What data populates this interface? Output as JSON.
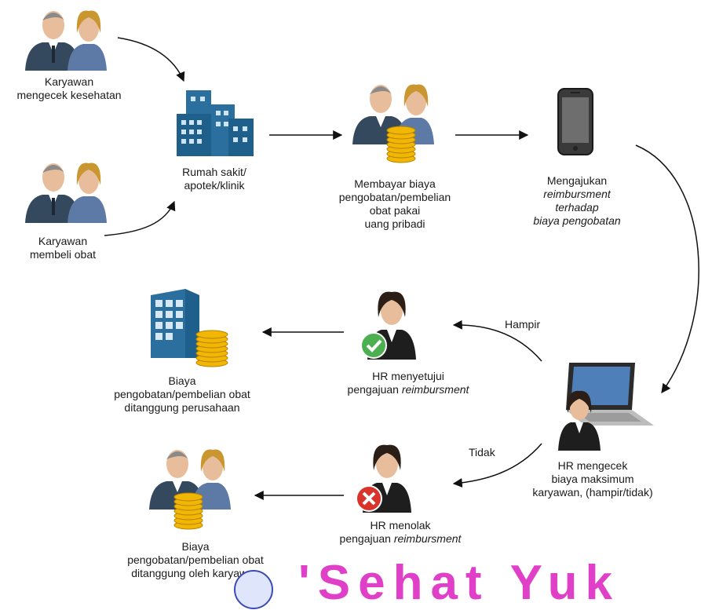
{
  "nodes": {
    "employee_checkup": {
      "lines": [
        "Karyawan",
        "mengecek kesehatan"
      ],
      "icon": "couple-icon"
    },
    "employee_buy_medicine": {
      "lines": [
        "Karyawan",
        "membeli obat"
      ],
      "icon": "couple-icon"
    },
    "hospital": {
      "lines": [
        "Rumah sakit/",
        "apotek/klinik"
      ],
      "icon": "buildings-icon"
    },
    "pay_personal": {
      "lines": [
        "Membayar biaya",
        "pengobatan/pembelian",
        "obat pakai",
        "uang pribadi"
      ],
      "icon": "couple-coins-icon"
    },
    "submit_reimbursement": {
      "line1": "Mengajukan",
      "line2": "reimbursment",
      "line3": "terhadap",
      "line4": "biaya pengobatan",
      "icon": "smartphone-icon"
    },
    "hr_check": {
      "lines": [
        "HR mengecek",
        "biaya maksimum",
        "karyawan, (hampir/tidak)"
      ],
      "icon": "hr-laptop-icon"
    },
    "hr_approve": {
      "line1": "HR menyetujui",
      "line2_prefix": "pengajuan ",
      "line2_italic": "reimbursment",
      "icon": "hr-approve-icon"
    },
    "hr_reject": {
      "line1": "HR menolak",
      "line2_prefix": "pengajuan ",
      "line2_italic": "reimbursment",
      "icon": "hr-reject-icon"
    },
    "company_pays": {
      "lines": [
        "Biaya",
        "pengobatan/pembelian obat",
        "ditanggung perusahaan"
      ],
      "icon": "office-coins-icon"
    },
    "employee_pays": {
      "lines": [
        "Biaya",
        "pengobatan/pembelian obat",
        "ditanggung oleh karyawan"
      ],
      "icon": "couple-coins-icon"
    }
  },
  "edge_labels": {
    "approve": "Hampir",
    "reject": "Tidak"
  },
  "watermark": "'Sehat Yuk",
  "colors": {
    "person_suit": "#34495e",
    "person_woman": "#c9962f",
    "coin": "#f2b705",
    "building": "#2a6f9e",
    "approve": "#4caf50",
    "reject": "#d9342b",
    "watermark": "#e040c8"
  }
}
